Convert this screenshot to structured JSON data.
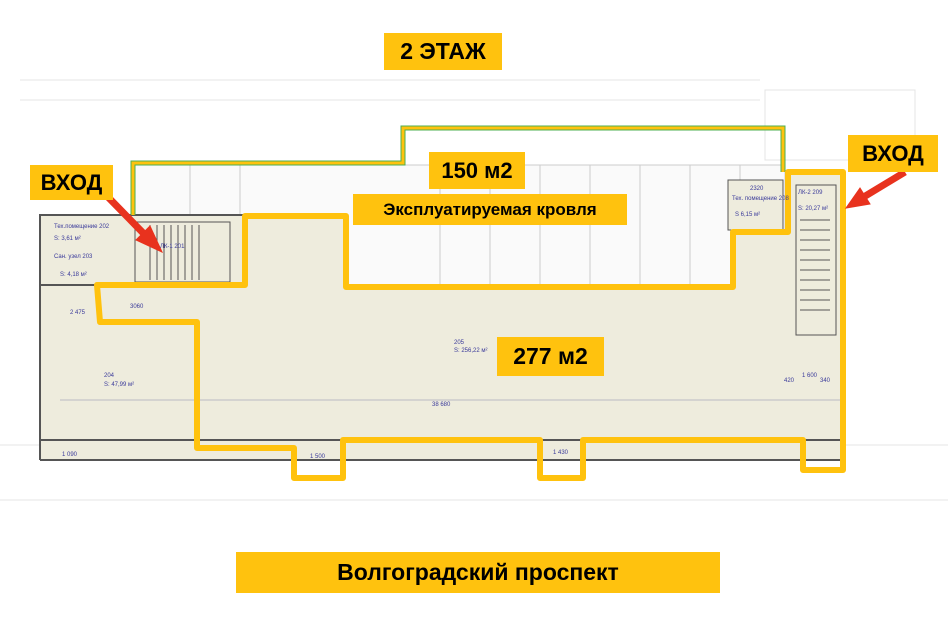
{
  "title": "2 ЭТАЖ",
  "entrances": {
    "left": "ВХОД",
    "right": "ВХОД"
  },
  "roof": {
    "area": "150 м2",
    "label": "Эксплуатируемая кровля"
  },
  "main_hall": {
    "area": "277 м2"
  },
  "street": "Волгоградский проспект",
  "colors": {
    "highlight": "#FFC20E",
    "arrow": "#E8321E",
    "floor": "#EEECDD",
    "roof_outline": "#4CAF50"
  },
  "plan_labels": {
    "room_202": "Тех.помещение 202",
    "room_202_area": "S: 3,61 м²",
    "room_203": "Сан. узел 203",
    "room_203_area": "S: 4,18 м²",
    "room_201": "ЛК-1 201",
    "room_204": "204",
    "room_204_area": "S: 47,99 м²",
    "room_205": "205",
    "room_205_area": "S: 256,22 м²",
    "room_208": "Тех. помещение 208",
    "room_208_area": "S 6,15 м²",
    "room_209": "ЛК-2 209",
    "room_209_area": "S: 20,27 м²",
    "dim_total": "38 680",
    "dim_3060": "3060",
    "dim_2475": "2 475",
    "dim_1600": "1 600",
    "dim_420": "420",
    "dim_340": "340",
    "dim_1500": "1 500",
    "dim_1430": "1 430",
    "dim_1090": "1 090",
    "dim_2320": "2320"
  }
}
